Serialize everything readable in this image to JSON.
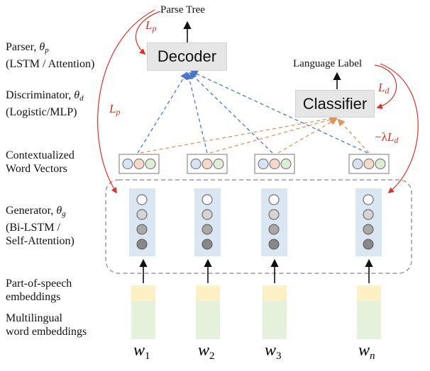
{
  "left_labels": {
    "parser": "Parser, θp",
    "parser_line1_text": "Parser, ",
    "parser_symbol": "θ",
    "parser_sub": "p",
    "parser_line2": "(LSTM / Attention)",
    "discriminator_line1_text": "Discriminator, ",
    "discriminator_symbol": "θ",
    "discriminator_sub": "d",
    "discriminator_line2": "(Logistic/MLP)",
    "ctx_line1": "Contextualized",
    "ctx_line2": "Word Vectors",
    "generator_line1_text": "Generator, ",
    "generator_symbol": "θ",
    "generator_sub": "g",
    "generator_line2": "(Bi-LSTM /",
    "generator_line3": "Self-Attention)",
    "pos_line1": "Part-of-speech",
    "pos_line2": "embeddings",
    "ml_line1": "Multilingual",
    "ml_line2": "word embeddings"
  },
  "boxes": {
    "decoder": "Decoder",
    "classifier": "Classifier"
  },
  "outputs": {
    "parse_tree": "Parse Tree",
    "language_label": "Language Label"
  },
  "losses": {
    "lp_top": {
      "sym": "L",
      "sub": "p"
    },
    "lp_left": {
      "sym": "L",
      "sub": "p"
    },
    "ld": {
      "sym": "L",
      "sub": "d"
    },
    "neg_ld": {
      "prefix": "−λ",
      "sym": "L",
      "sub": "d"
    }
  },
  "words": [
    {
      "sym": "w",
      "sub": "1"
    },
    {
      "sym": "w",
      "sub": "2"
    },
    {
      "sym": "w",
      "sub": "3"
    },
    {
      "sym": "w",
      "sub": "n"
    }
  ],
  "colors": {
    "blue_arrow": "#4a78c9",
    "orange_arrow": "#e0955a",
    "red_loss": "#d9332b",
    "box_gray": "#e6e6e6",
    "column_blue": "#dbe6f3",
    "pos_yellow": "#fdf0c4",
    "emb_green": "#e5f1da",
    "node_blue": "#d8e4f3",
    "node_peach": "#f6d9c8",
    "node_green": "#dcefd4"
  }
}
